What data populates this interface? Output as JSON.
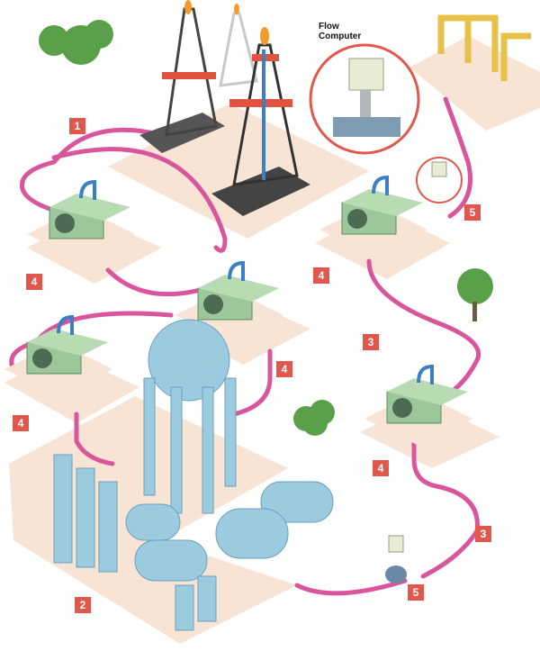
{
  "callout": {
    "label": "Flow Computer"
  },
  "badges": [
    {
      "id": "b1",
      "text": "1"
    },
    {
      "id": "b2",
      "text": "2"
    },
    {
      "id": "b3a",
      "text": "3"
    },
    {
      "id": "b3b",
      "text": "3"
    },
    {
      "id": "b4a",
      "text": "4"
    },
    {
      "id": "b4b",
      "text": "4"
    },
    {
      "id": "b4c",
      "text": "4"
    },
    {
      "id": "b4d",
      "text": "4"
    },
    {
      "id": "b4e",
      "text": "4"
    },
    {
      "id": "b5a",
      "text": "5"
    },
    {
      "id": "b5b",
      "text": "5"
    }
  ],
  "colors": {
    "pipe": "#d9559c",
    "badge": "#e2574c",
    "platform": "#f8e4d4",
    "compressor": "#9cc79a",
    "tank": "#9ccbe0",
    "derrick": "#e0533f"
  }
}
